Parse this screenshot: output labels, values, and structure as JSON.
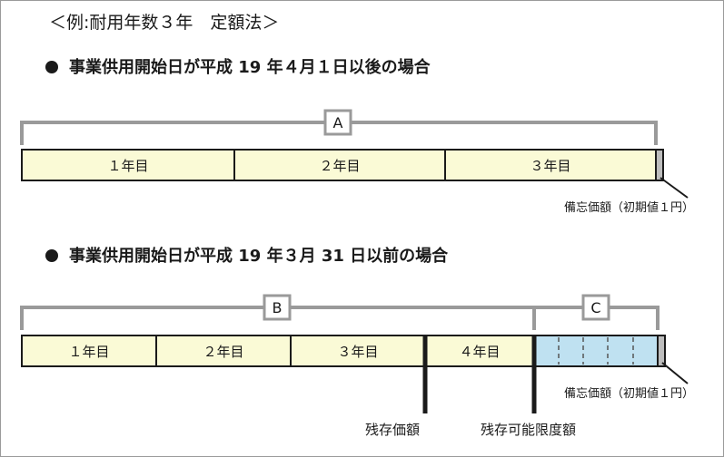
{
  "title": "＜例:耐用年数３年　定額法＞",
  "section1": {
    "heading": "事業供用開始日が平成 19 年４月１日以後の場合",
    "bracket_label": "A",
    "years": [
      "１年目",
      "２年目",
      "３年目"
    ],
    "memo": "備忘価額（初期値１円）"
  },
  "section2": {
    "heading": "事業供用開始日が平成 19 年３月 31 日以前の場合",
    "bracket_label_b": "B",
    "bracket_label_c": "C",
    "years": [
      "１年目",
      "２年目",
      "３年目",
      "４年目"
    ],
    "memo": "備忘価額（初期値１円）",
    "residual_value": "残存価額",
    "depreciable_limit": "残存可能限度額"
  },
  "colors": {
    "year_fill": "#fafad6",
    "extension_fill": "#bfe1f1",
    "bracket": "#9a9a9a",
    "outline": "#1a1a1a"
  }
}
